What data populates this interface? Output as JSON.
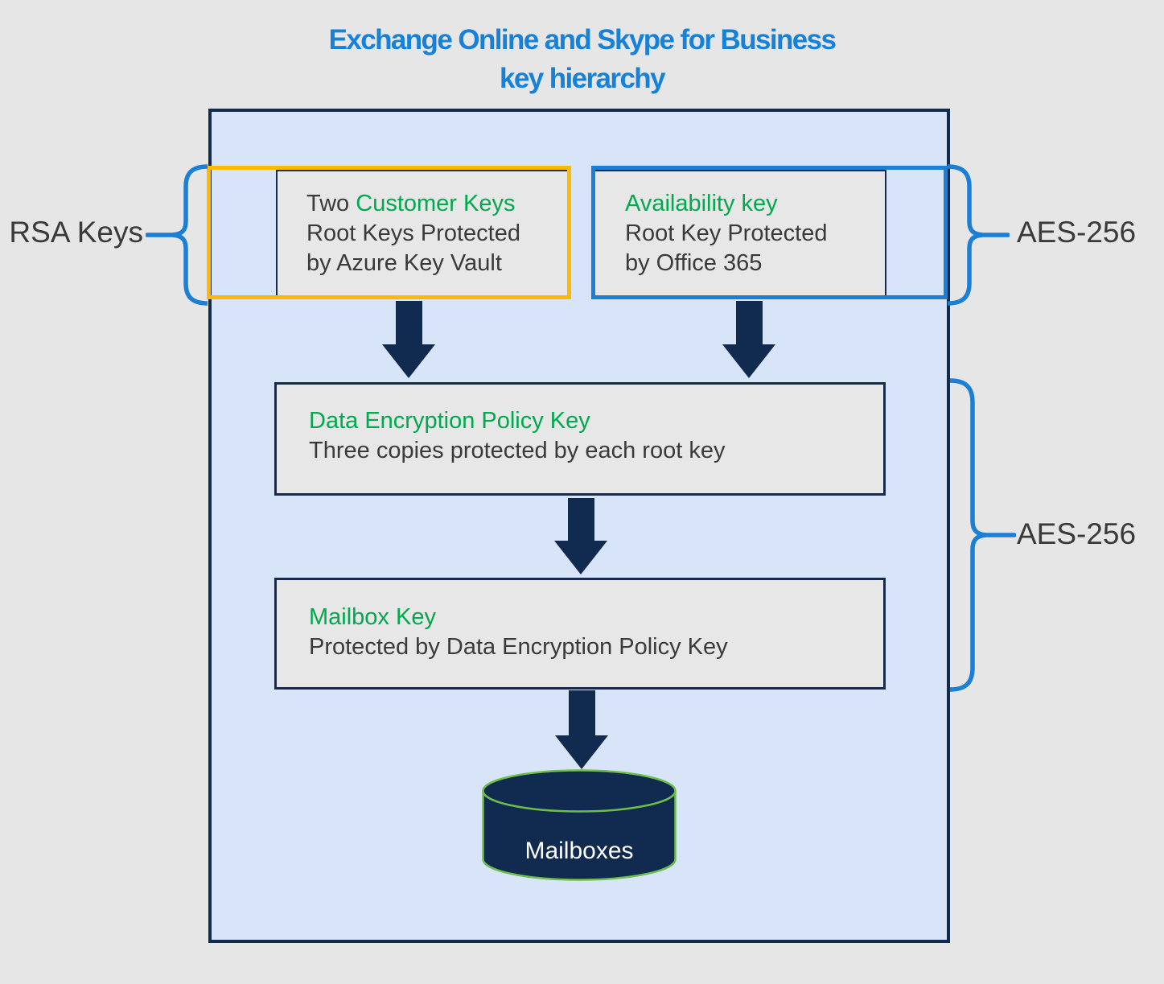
{
  "title": {
    "line1": "Exchange Online and Skype for Business",
    "line2": "key hierarchy"
  },
  "side_labels": {
    "rsa": "RSA Keys",
    "aes_top": "AES-256",
    "aes_bottom": "AES-256"
  },
  "boxes": {
    "customer_keys": {
      "line1_prefix": "Two ",
      "line1_highlight": "Customer Keys",
      "line2": "Root Keys Protected",
      "line3": "by Azure Key Vault"
    },
    "availability_key": {
      "line1_highlight": "Availability key",
      "line2": "Root Key Protected",
      "line3": "by Office 365"
    },
    "data_encryption_policy_key": {
      "line1_highlight": "Data Encryption Policy Key",
      "line2": "Three copies protected by each root key"
    },
    "mailbox_key": {
      "line1_highlight": "Mailbox Key",
      "line2": "Protected by Data Encryption Policy Key"
    }
  },
  "cylinder": {
    "label": "Mailboxes"
  },
  "colors": {
    "title_blue": "#1581DA",
    "accent_blue": "#1B7FD6",
    "accent_orange": "#FFB900",
    "highlight_green": "#00A94E",
    "navy": "#102A50",
    "container_fill": "#D8E5F9",
    "box_fill": "#E7E7E7",
    "box_border": "#16294E",
    "cylinder_green": "#6EBE4B",
    "page_bg": "#E6E6E6",
    "text_dark": "#3A3A3A"
  }
}
